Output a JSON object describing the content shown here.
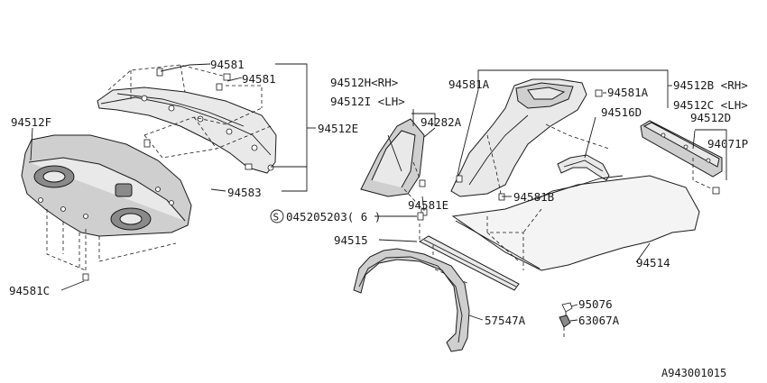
{
  "diagram_id": "A943001015",
  "labels": {
    "p94581_top": "94581",
    "p94581_mid": "94581",
    "p94512E": "94512E",
    "p94583": "94583",
    "p94512F": "94512F",
    "p94581C": "94581C",
    "p94512H": "94512H<RH>",
    "p94512I": "94512I <LH>",
    "p94282A": "94282A",
    "p94581E": "94581E",
    "p94581A_left": "94581A",
    "p94581A_right": "94581A",
    "p94512B": "94512B <RH>",
    "p94512C": "94512C <LH>",
    "p94516D": "94516D",
    "p94512D": "94512D",
    "p94071P": "94071P",
    "p94581B": "94581B",
    "p045205203_code": "045205203( 6 )",
    "p045205203_symbol": "S",
    "p94515": "94515",
    "p94514": "94514",
    "p95076": "95076",
    "p63067A": "63067A",
    "p57547A": "57547A"
  }
}
